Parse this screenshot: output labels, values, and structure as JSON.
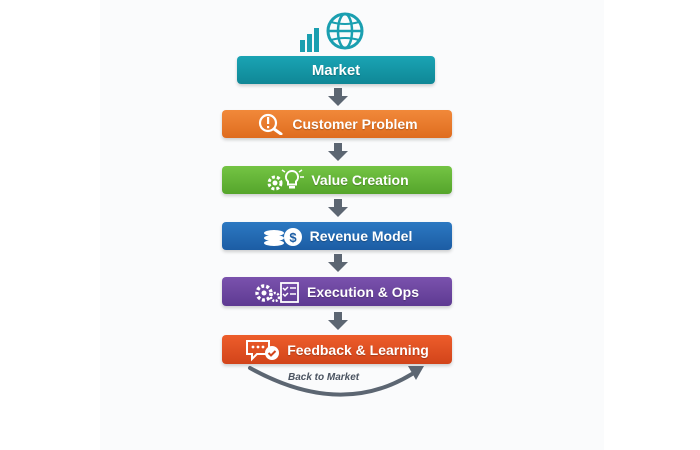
{
  "flow": {
    "steps": [
      {
        "id": "market",
        "label": "Market",
        "icon": "globe-chart-icon"
      },
      {
        "id": "problem",
        "label": "Customer Problem",
        "icon": "magnifier-alert-icon"
      },
      {
        "id": "value",
        "label": "Value Creation",
        "icon": "gear-lightbulb-icon"
      },
      {
        "id": "revenue",
        "label": "Revenue Model",
        "icon": "coins-dollar-icon"
      },
      {
        "id": "exec",
        "label": "Execution & Ops",
        "icon": "gears-checklist-icon"
      },
      {
        "id": "feedback",
        "label": "Feedback & Learning",
        "icon": "chat-check-icon"
      }
    ],
    "loop_label": "Back to Market"
  },
  "colors": {
    "market": "#1199a9",
    "problem": "#e87a2c",
    "value": "#63b437",
    "revenue": "#2468b2",
    "exec": "#6b469f",
    "feedback": "#df4f22",
    "arrow": "#5c6672"
  }
}
